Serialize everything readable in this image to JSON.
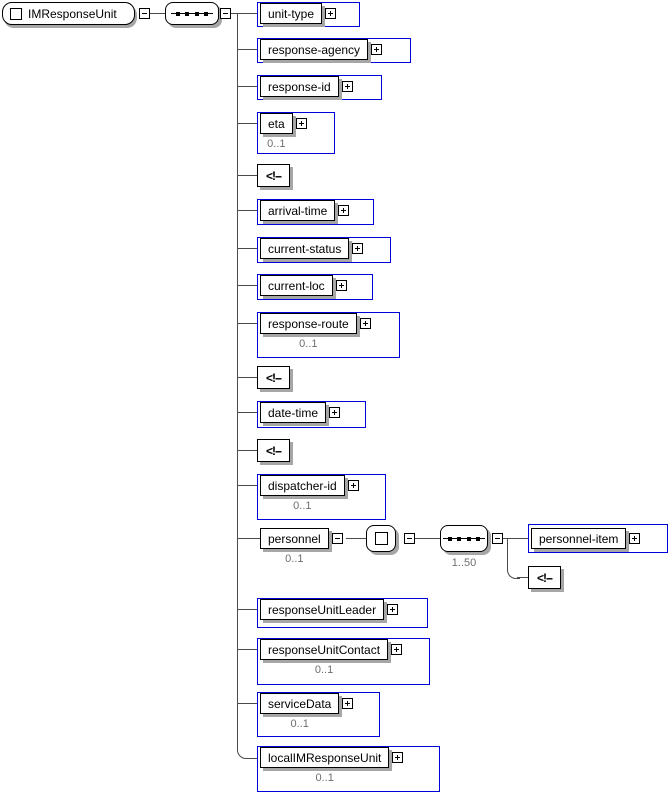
{
  "root_element": {
    "name": "IMResponseUnit"
  },
  "compositor": "sequence",
  "comment_glyph": "<!--",
  "children": [
    {
      "name": "unit-type"
    },
    {
      "name": "response-agency"
    },
    {
      "name": "response-id"
    },
    {
      "name": "eta",
      "occurrence": "0..1"
    },
    {
      "type": "comment"
    },
    {
      "name": "arrival-time"
    },
    {
      "name": "current-status"
    },
    {
      "name": "current-loc"
    },
    {
      "name": "response-route",
      "occurrence": "0..1"
    },
    {
      "type": "comment"
    },
    {
      "name": "date-time"
    },
    {
      "type": "comment"
    },
    {
      "name": "dispatcher-id",
      "occurrence": "0..1"
    },
    {
      "name": "personnel",
      "occurrence": "0..1"
    },
    {
      "name": "responseUnitLeader"
    },
    {
      "name": "responseUnitContact",
      "occurrence": "0..1"
    },
    {
      "name": "serviceData",
      "occurrence": "0..1"
    },
    {
      "name": "localIMResponseUnit",
      "occurrence": "0..1"
    }
  ],
  "personnel_subtree": {
    "compositor": "sequence",
    "sequence_occurrence": "1..50",
    "item_name": "personnel-item"
  },
  "colors": {
    "element_border_blue": "#0000dd",
    "box_border": "#000000",
    "shadow_gray": "#a6a6a6",
    "occurrence_text": "#6e6e6e",
    "connector_line": "#4a4a4a",
    "background": "#ffffff"
  }
}
